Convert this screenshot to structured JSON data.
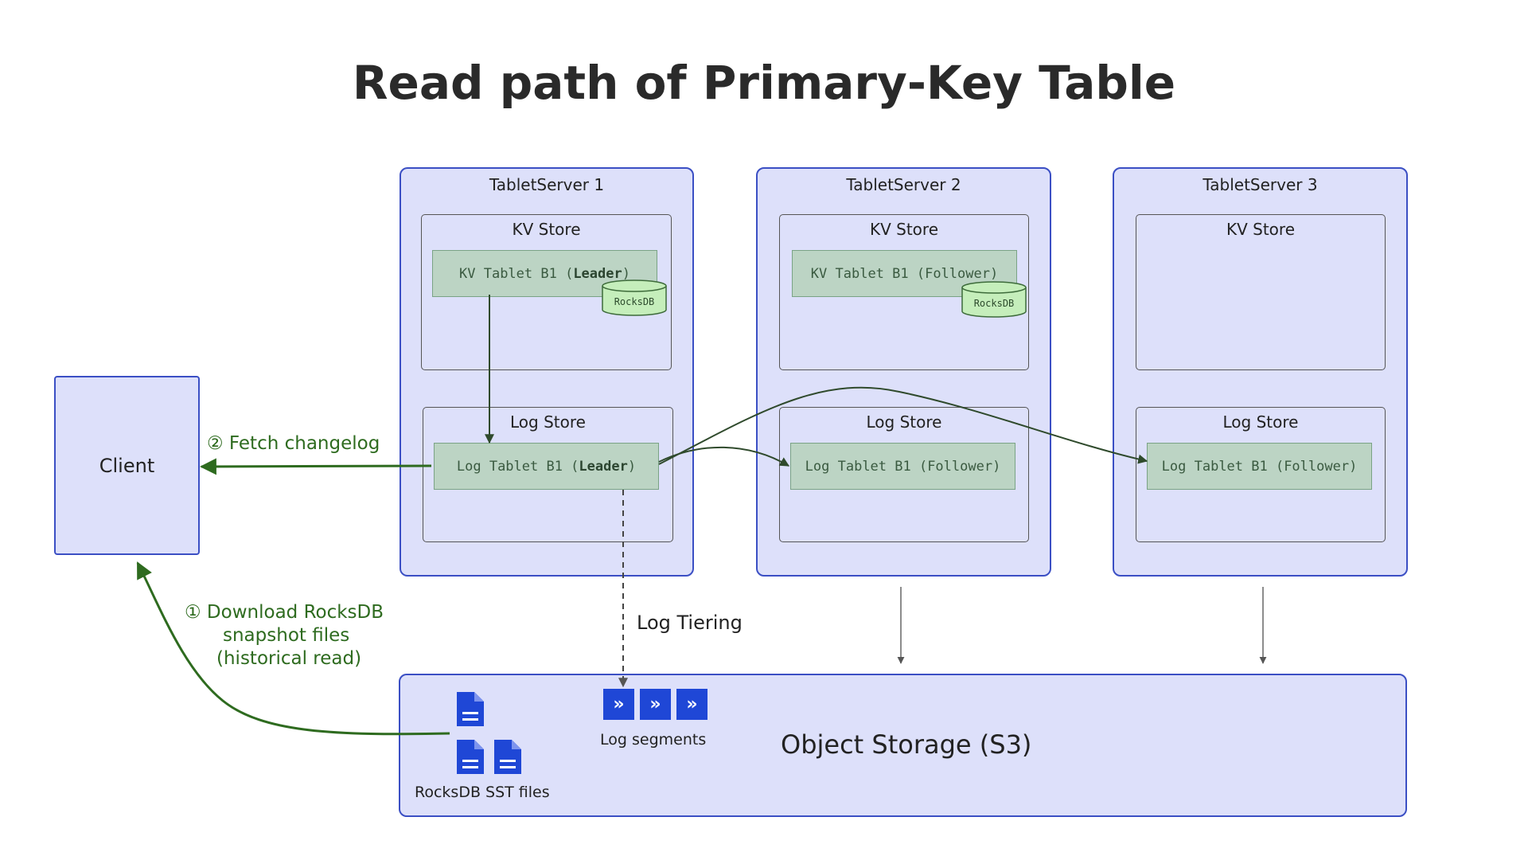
{
  "title": "Read path of Primary-Key Table",
  "client": {
    "label": "Client"
  },
  "servers": [
    {
      "label": "TabletServer 1",
      "kv_store": "KV Store",
      "kv_tablet_prefix": "KV Tablet B1 (",
      "kv_tablet_role": "Leader",
      "kv_tablet_suffix": ")",
      "rocksdb": "RocksDB",
      "log_store": "Log Store",
      "log_tablet_prefix": "Log Tablet B1 (",
      "log_tablet_role": "Leader",
      "log_tablet_suffix": ")"
    },
    {
      "label": "TabletServer 2",
      "kv_store": "KV Store",
      "kv_tablet": "KV Tablet B1 (Follower)",
      "rocksdb": "RocksDB",
      "log_store": "Log Store",
      "log_tablet": "Log Tablet B1 (Follower)"
    },
    {
      "label": "TabletServer 3",
      "kv_store": "KV Store",
      "log_store": "Log Store",
      "log_tablet": "Log Tablet B1 (Follower)"
    }
  ],
  "edges": {
    "fetch_changelog": "② Fetch changelog",
    "download_line1": "① Download RocksDB",
    "download_line2": "snapshot files",
    "download_line3": "(historical read)",
    "log_tiering": "Log Tiering"
  },
  "storage": {
    "label": "Object Storage (S3)",
    "sst_files": "RocksDB SST files",
    "log_segments": "Log segments",
    "segment_icon": "»"
  },
  "colors": {
    "box_fill": "#dde0fa",
    "box_border": "#3b4fc4",
    "tablet_fill": "#bcd4c4",
    "rocksdb_fill": "#c5eebb",
    "green_arrow": "#2e6b1f",
    "icon_blue": "#1f47d6"
  }
}
